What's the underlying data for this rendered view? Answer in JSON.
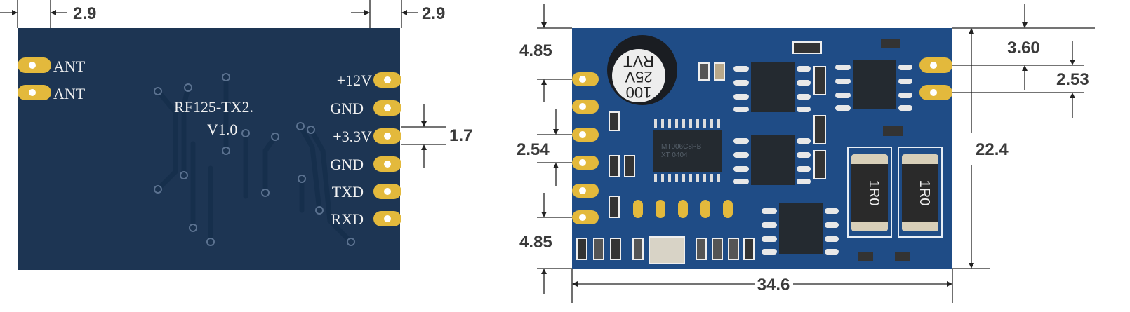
{
  "left_board": {
    "model": "RF125-TX2.",
    "version": "V1.0",
    "ant_labels": [
      "ANT",
      "ANT"
    ],
    "pin_labels": [
      "+12V",
      "GND",
      "+3.3V",
      "GND",
      "TXD",
      "RXD"
    ],
    "board_color": "#1d3553"
  },
  "left_dimensions": {
    "edge_left": "2.9",
    "edge_right": "2.9",
    "pin_width": "1.7"
  },
  "right_board": {
    "capacitor": [
      "100",
      "25V",
      "RVT"
    ],
    "mcu_marking": [
      "MT006C8PB",
      "XT 0404"
    ],
    "resistor_marking": "1R0",
    "board_color": "#1f4c86"
  },
  "right_dimensions": {
    "top_offset": "4.85",
    "pitch": "2.54",
    "bottom_offset": "4.85",
    "width": "34.6",
    "height": "22.4",
    "ant_offset": "3.60",
    "ant_pitch": "2.53"
  }
}
